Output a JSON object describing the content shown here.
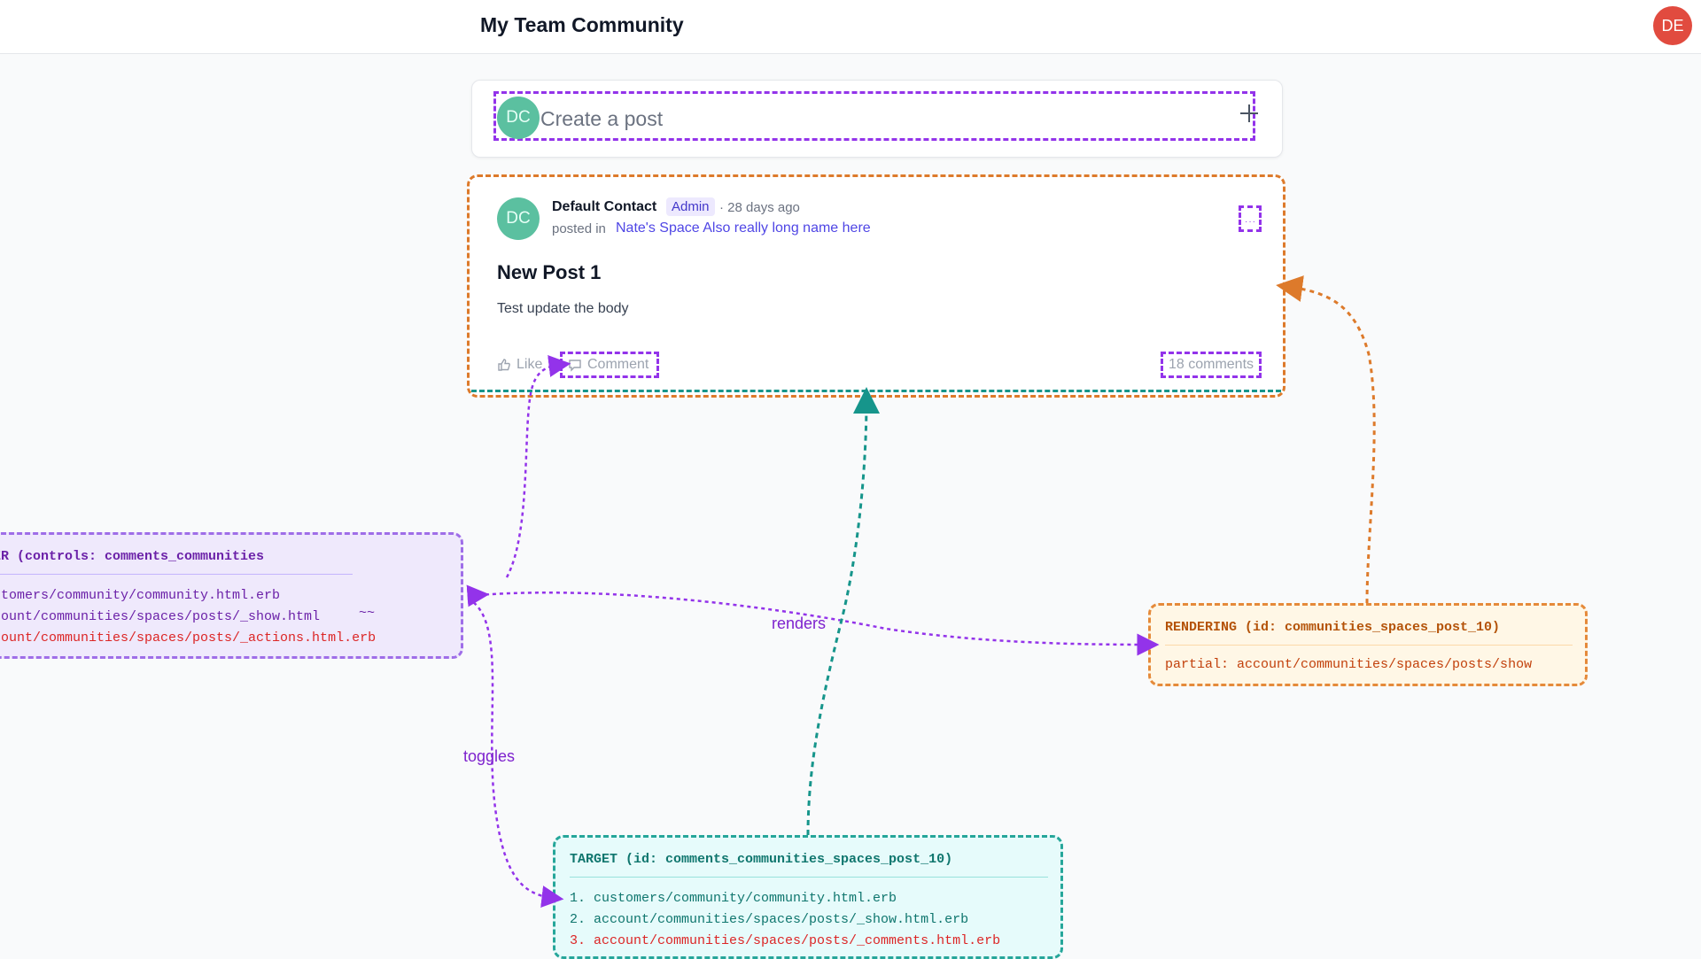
{
  "header": {
    "title": "My Team Community",
    "user_initials": "DE",
    "user_avatar_color": "#e14b3f"
  },
  "composer": {
    "avatar_initials": "DC",
    "placeholder": "Create a post",
    "add_icon": "plus-icon"
  },
  "post": {
    "author": "Default Contact",
    "role": "Admin",
    "time": "· 28 days ago",
    "posted_in_label": "posted in",
    "space_name": "Nate's Space Also really long name here",
    "avatar_initials": "DC",
    "title": "New Post 1",
    "body": "Test update the body",
    "like_label": "Like",
    "comment_label": "Comment",
    "comments_count": "18 comments",
    "menu_icon": "ellipsis-icon"
  },
  "debug": {
    "controller": {
      "header": "GER (controls: comments_communities",
      "lines": [
        "ustomers/community/community.html.erb",
        "ccount/communities/spaces/posts/_show.html",
        "ccount/communities/spaces/posts/_actions.html.erb"
      ],
      "ellipsis": "~~"
    },
    "rendering": {
      "header": "RENDERING (id: communities_spaces_post_10)",
      "line": "partial: account/communities/spaces/posts/show"
    },
    "target": {
      "header": "TARGET (id: comments_communities_spaces_post_10)",
      "lines": [
        "1. customers/community/community.html.erb",
        "2. account/communities/spaces/posts/_show.html.erb",
        "3. account/communities/spaces/posts/_comments.html.erb"
      ]
    },
    "edges": {
      "renders": "renders",
      "toggles": "toggles"
    },
    "colors": {
      "controller": "#9333ea",
      "rendering": "#dd7a2b",
      "target": "#16958b",
      "highlight": "#dc2626"
    }
  }
}
